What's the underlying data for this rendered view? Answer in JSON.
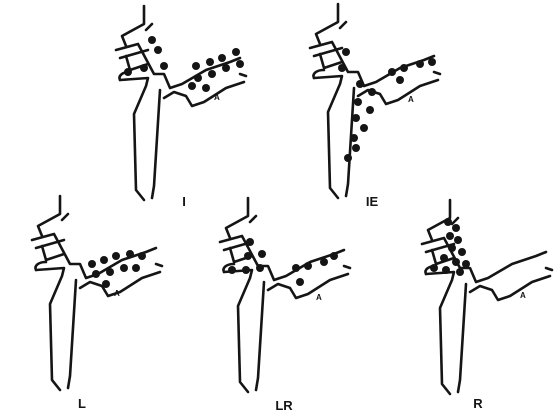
{
  "figure": {
    "panels": [
      {
        "id": "I",
        "label": "I",
        "marker": "A",
        "node_region": "bilateral, superior and left hilar"
      },
      {
        "id": "IE",
        "label": "IE",
        "marker": "A",
        "node_region": "midline trachea and left hilar"
      },
      {
        "id": "L",
        "label": "L",
        "marker": "A",
        "node_region": "left hilar"
      },
      {
        "id": "LR",
        "label": "LR",
        "marker": "A",
        "node_region": "left and right hilar"
      },
      {
        "id": "R",
        "label": "R",
        "marker": "A",
        "node_region": "right superior"
      }
    ]
  }
}
